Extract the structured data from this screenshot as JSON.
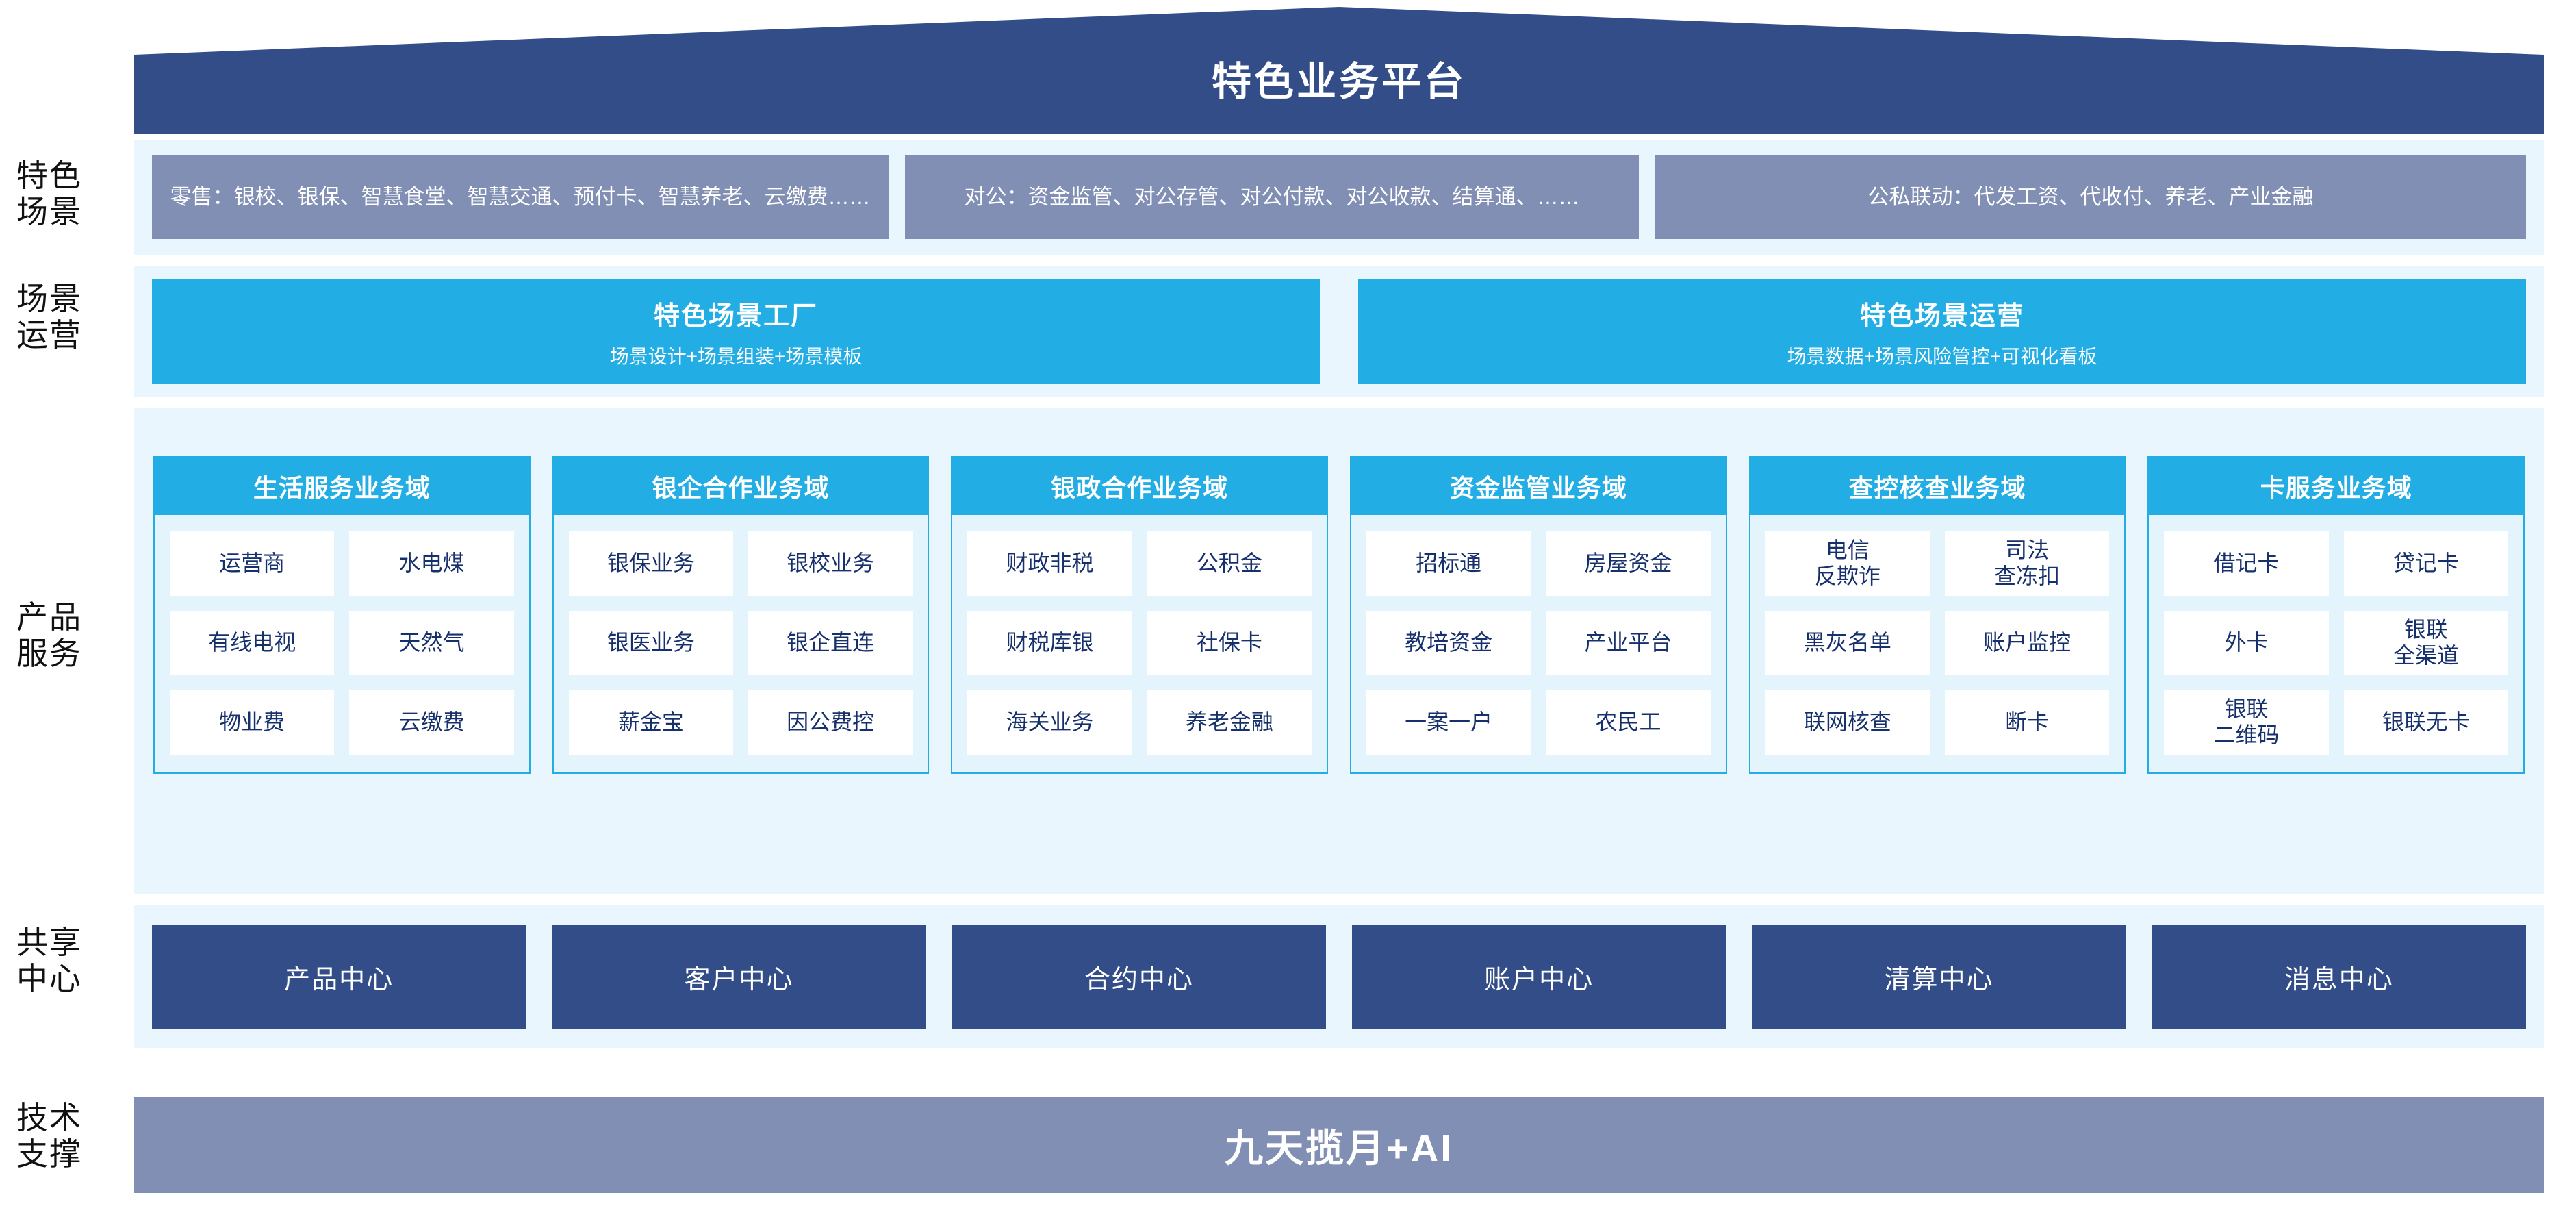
{
  "colors": {
    "roof_navy": "#324d87",
    "band_bg": "#e9f6fd",
    "scene_slate": "#808fb3",
    "accent_cyan": "#23ade5",
    "card_body": "#e4f4fd",
    "text_navy": "#16306d"
  },
  "roof": {
    "title": "特色业务平台"
  },
  "rail": {
    "scenes": "特色\n场景",
    "operations": "场景\n运营",
    "products": "产品\n服务",
    "shared": "共享\n中心",
    "tech": "技术\n支撑"
  },
  "scenes": {
    "boxes": [
      {
        "text": "零售：银校、银保、智慧食堂、智慧交通、预付卡、智慧养老、云缴费……"
      },
      {
        "text": "对公：资金监管、对公存管、对公付款、对公收款、结算通、……"
      },
      {
        "text": "公私联动：代发工资、代收付、养老、产业金融"
      }
    ]
  },
  "operations": {
    "boxes": [
      {
        "title": "特色场景工厂",
        "subtitle": "场景设计+场景组装+场景模板"
      },
      {
        "title": "特色场景运营",
        "subtitle": "场景数据+场景风险管控+可视化看板"
      }
    ]
  },
  "products": {
    "domains": [
      {
        "title": "生活服务业务域",
        "items": [
          "运营商",
          "水电煤",
          "有线电视",
          "天然气",
          "物业费",
          "云缴费"
        ]
      },
      {
        "title": "银企合作业务域",
        "items": [
          "银保业务",
          "银校业务",
          "银医业务",
          "银企直连",
          "薪金宝",
          "因公费控"
        ]
      },
      {
        "title": "银政合作业务域",
        "items": [
          "财政非税",
          "公积金",
          "财税库银",
          "社保卡",
          "海关业务",
          "养老金融"
        ]
      },
      {
        "title": "资金监管业务域",
        "items": [
          "招标通",
          "房屋资金",
          "教培资金",
          "产业平台",
          "一案一户",
          "农民工"
        ]
      },
      {
        "title": "查控核查业务域",
        "items": [
          "电信\n反欺诈",
          "司法\n查冻扣",
          "黑灰名单",
          "账户监控",
          "联网核查",
          "断卡"
        ]
      },
      {
        "title": "卡服务业务域",
        "items": [
          "借记卡",
          "贷记卡",
          "外卡",
          "银联\n全渠道",
          "银联\n二维码",
          "银联无卡"
        ]
      }
    ]
  },
  "shared": {
    "boxes": [
      {
        "label": "产品中心"
      },
      {
        "label": "客户中心"
      },
      {
        "label": "合约中心"
      },
      {
        "label": "账户中心"
      },
      {
        "label": "清算中心"
      },
      {
        "label": "消息中心"
      }
    ]
  },
  "tech": {
    "label": "九天揽月+AI"
  }
}
